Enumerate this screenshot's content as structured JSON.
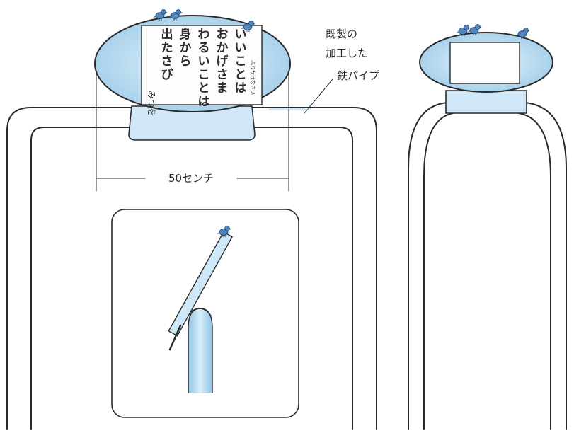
{
  "annotation": {
    "lines": [
      "既製の",
      "加工した",
      "鉄パイプ"
    ]
  },
  "dimension": {
    "label": "50センチ"
  },
  "sign": {
    "calligraphy_columns": [
      "いいことは",
      "おかげさま",
      "わるいことは",
      "身から",
      "出たさび"
    ],
    "signature": "みつを",
    "side_note": "ふりかけなさい"
  },
  "colors": {
    "water_blue": "#a9d3ec",
    "light_blue": "#d7ecf8",
    "ink": "#2a2a2a",
    "bird": "#4f86c0"
  },
  "icons": [
    "bird-icon"
  ]
}
